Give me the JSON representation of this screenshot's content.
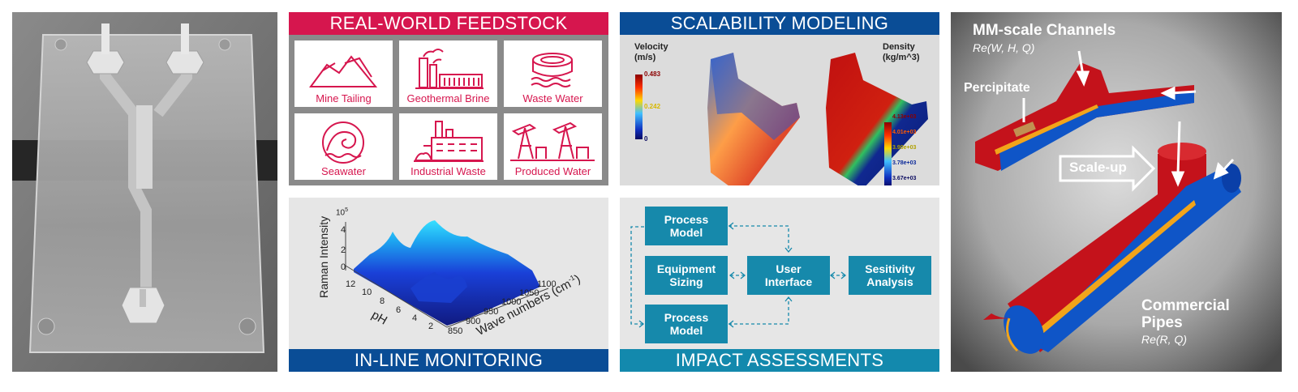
{
  "feedstock": {
    "title": "REAL-WORLD FEEDSTOCK",
    "tiles": [
      {
        "label": "Mine Tailing",
        "icon": "mine-tailing-icon"
      },
      {
        "label": "Geothermal Brine",
        "icon": "geothermal-plant-icon"
      },
      {
        "label": "Waste Water",
        "icon": "water-tank-icon"
      },
      {
        "label": "Seawater",
        "icon": "wave-icon"
      },
      {
        "label": "Industrial Waste",
        "icon": "factory-icon"
      },
      {
        "label": "Produced Water",
        "icon": "oil-pump-icon"
      }
    ],
    "accent": "#d6164e"
  },
  "scalability": {
    "title": "SCALABILITY MODELING",
    "velocity_label": [
      "Velocity",
      "(m/s)"
    ],
    "velocity_ticks": [
      "0.483",
      "0.242",
      "0"
    ],
    "density_label": [
      "Density",
      "(kg/m^3)"
    ],
    "density_ticks": [
      "4.13e+03",
      "4.01e+03",
      "3.90e+03",
      "3.78e+03",
      "3.67e+03"
    ]
  },
  "monitoring": {
    "title": "IN-LINE MONITORING",
    "z_axis_label": "Raman Intensity",
    "z_exponent": "10",
    "z_ticks": [
      "4",
      "2",
      "0"
    ],
    "ph_label": "pH",
    "ph_ticks": [
      "12",
      "10",
      "8",
      "6",
      "4",
      "2"
    ],
    "wave_label": "Wave numbers (cm",
    "wave_sup": "-1",
    "wave_close": ")",
    "wave_ticks": [
      "850",
      "900",
      "950",
      "1000",
      "1050",
      "1100"
    ]
  },
  "impact": {
    "title": "IMPACT ASSESSMENTS",
    "boxes": {
      "process_top": [
        "Process",
        "Model"
      ],
      "equipment": [
        "Equipment",
        "Sizing"
      ],
      "process_bottom": [
        "Process",
        "Model"
      ],
      "ui": [
        "User",
        "Interface"
      ],
      "sensitivity": [
        "Sesitivity",
        "Analysis"
      ]
    }
  },
  "channels": {
    "mm_title": "MM-scale Channels",
    "mm_formula": "Re(W, H, Q)",
    "precipitate": "Percipitate",
    "scale_up": "Scale-up",
    "pipes_title": [
      "Commercial",
      "Pipes"
    ],
    "pipes_formula": "Re(R, Q)"
  },
  "colors": {
    "feedstock_red": "#d6164e",
    "navy": "#0a4d96",
    "teal": "#1389ad",
    "flow_red": "#c4121b",
    "flow_blue": "#0f55c7"
  }
}
